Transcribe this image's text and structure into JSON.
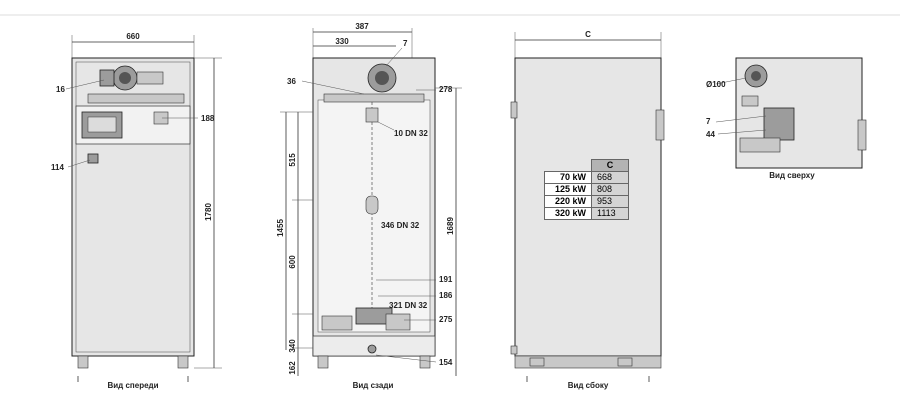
{
  "front": {
    "width": "660",
    "height": "1780",
    "label_16": "16",
    "label_188": "188",
    "label_114": "114",
    "caption": "Вид спереди"
  },
  "rear": {
    "dim_387": "387",
    "dim_330": "330",
    "label_7": "7",
    "label_36": "36",
    "label_278": "278",
    "label_10dn": "10 DN 32",
    "dim_515": "515",
    "dim_1455": "1455",
    "dim_1689": "1689",
    "label_346dn": "346 DN 32",
    "dim_600": "600",
    "label_191": "191",
    "label_186": "186",
    "label_321dn": "321 DN 32",
    "label_275": "275",
    "dim_340": "340",
    "dim_162": "162",
    "label_154": "154",
    "caption": "Вид сзади"
  },
  "side": {
    "dim_c": "C",
    "caption": "Вид сбоку",
    "table": {
      "header": "C",
      "rows": [
        {
          "model": "70  kW",
          "c": "668"
        },
        {
          "model": "125 kW",
          "c": "808"
        },
        {
          "model": "220 kW",
          "c": "953"
        },
        {
          "model": "320 kW",
          "c": "1113"
        }
      ]
    }
  },
  "top": {
    "label_d100": "Ø100",
    "label_7": "7",
    "label_44": "44",
    "caption": "Вид сверху"
  }
}
